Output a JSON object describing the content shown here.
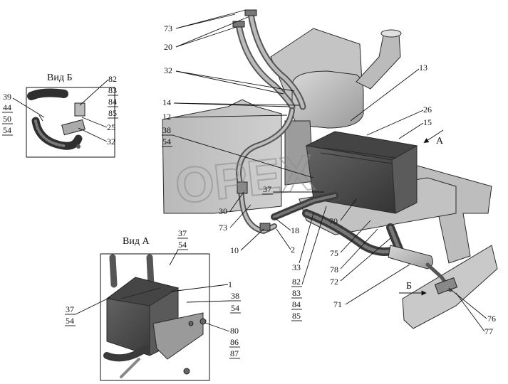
{
  "view_labels": {
    "view_b": "Вид Б",
    "view_a": "Вид А",
    "arrow_a": "А",
    "arrow_b": "Б"
  },
  "callouts": {
    "c73a": "73",
    "c20": "20",
    "c32a": "32",
    "c14": "14",
    "c12": "12",
    "c38a": "38",
    "c54a": "54",
    "c13": "13",
    "c26": "26",
    "c15": "15",
    "c37a": "37",
    "c30": "30",
    "c73b": "73",
    "c10": "10",
    "c18": "18",
    "c2": "2",
    "c33": "33",
    "c82b": "82",
    "c83b": "83",
    "c84b": "84",
    "c85b": "85",
    "c70": "70",
    "c75": "75",
    "c78": "78",
    "c72": "72",
    "c71": "71",
    "c76": "76",
    "c77": "77",
    "vb39": "39",
    "vb44": "44",
    "vb50": "50",
    "vb54": "54",
    "vb82": "82",
    "vb83": "83",
    "vb84": "84",
    "vb85": "85",
    "vb25": "25",
    "vb32": "32",
    "va37t": "37",
    "va54t": "54",
    "va1": "1",
    "va38": "38",
    "va54r": "54",
    "va37l": "37",
    "va54l": "54",
    "va80": "80",
    "va86": "86",
    "va87": "87"
  },
  "watermark": "ОРЕХ"
}
